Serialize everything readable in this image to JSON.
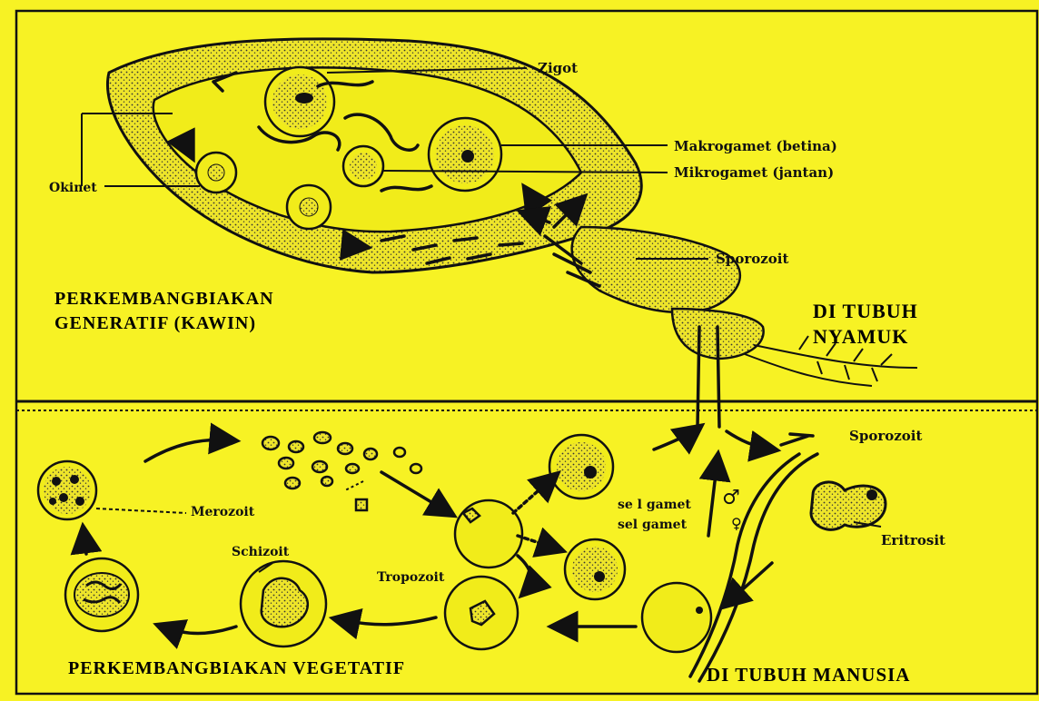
{
  "colors": {
    "background": "#f7f224",
    "ink": "#111111",
    "frame": "#e8e818"
  },
  "labels": {
    "zigot": "Zigot",
    "makrogamet": "Makrogamet (betina)",
    "mikrogamet": "Mikrogamet (jantan)",
    "okinet": "Okinet",
    "sporozoit_top": "Sporozoit",
    "sporozoit_bottom": "Sporozoit",
    "merozoit": "Merozoit",
    "schizoit": "Schizoit",
    "tropozoit": "Tropozoit",
    "eritrosit": "Eritrosit",
    "sel_gamet_1": "se l gamet",
    "sel_gamet_2": "sel gamet",
    "male_symbol": "♂",
    "female_symbol": "♀"
  },
  "headings": {
    "generatif_line1": "PERKEMBANGBIAKAN",
    "generatif_line2": "GENERATIF  (KAWIN)",
    "nyamuk_line1": "DI TUBUH",
    "nyamuk_line2": "NYAMUK",
    "vegetatif": "PERKEMBANGBIAKAN VEGETATIF",
    "manusia": "DI TUBUH MANUSIA"
  }
}
